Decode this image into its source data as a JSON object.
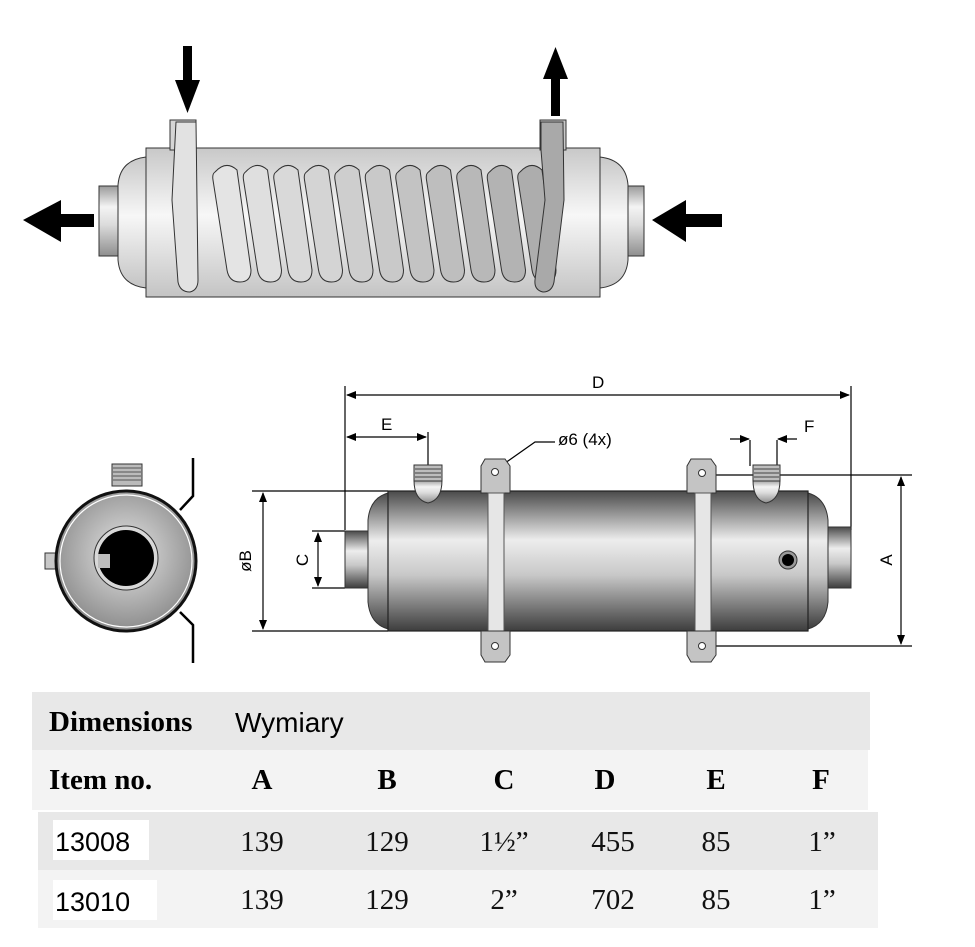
{
  "diagram": {
    "flow_diagram": {
      "arrows": [
        "arrow-down-inlet",
        "arrow-up-outlet",
        "arrow-left-outlet",
        "arrow-left-inlet"
      ],
      "coil_turns": 11
    },
    "dimension_labels": {
      "D": "D",
      "E": "E",
      "F": "F",
      "hole_note": "ø6 (4x)",
      "B": "øB",
      "C": "C",
      "A": "A"
    }
  },
  "table": {
    "title_bold": "Dimensions",
    "title_regular": "Wymiary",
    "headers": [
      "Item no.",
      "A",
      "B",
      "C",
      "D",
      "E",
      "F"
    ],
    "rows": [
      {
        "item": "13008",
        "A": "139",
        "B": "129",
        "C": "1½”",
        "D": "455",
        "E": "85",
        "F": "1”"
      },
      {
        "item": "13010",
        "A": "139",
        "B": "129",
        "C": "2”",
        "D": "702",
        "E": "85",
        "F": "1”"
      }
    ]
  }
}
